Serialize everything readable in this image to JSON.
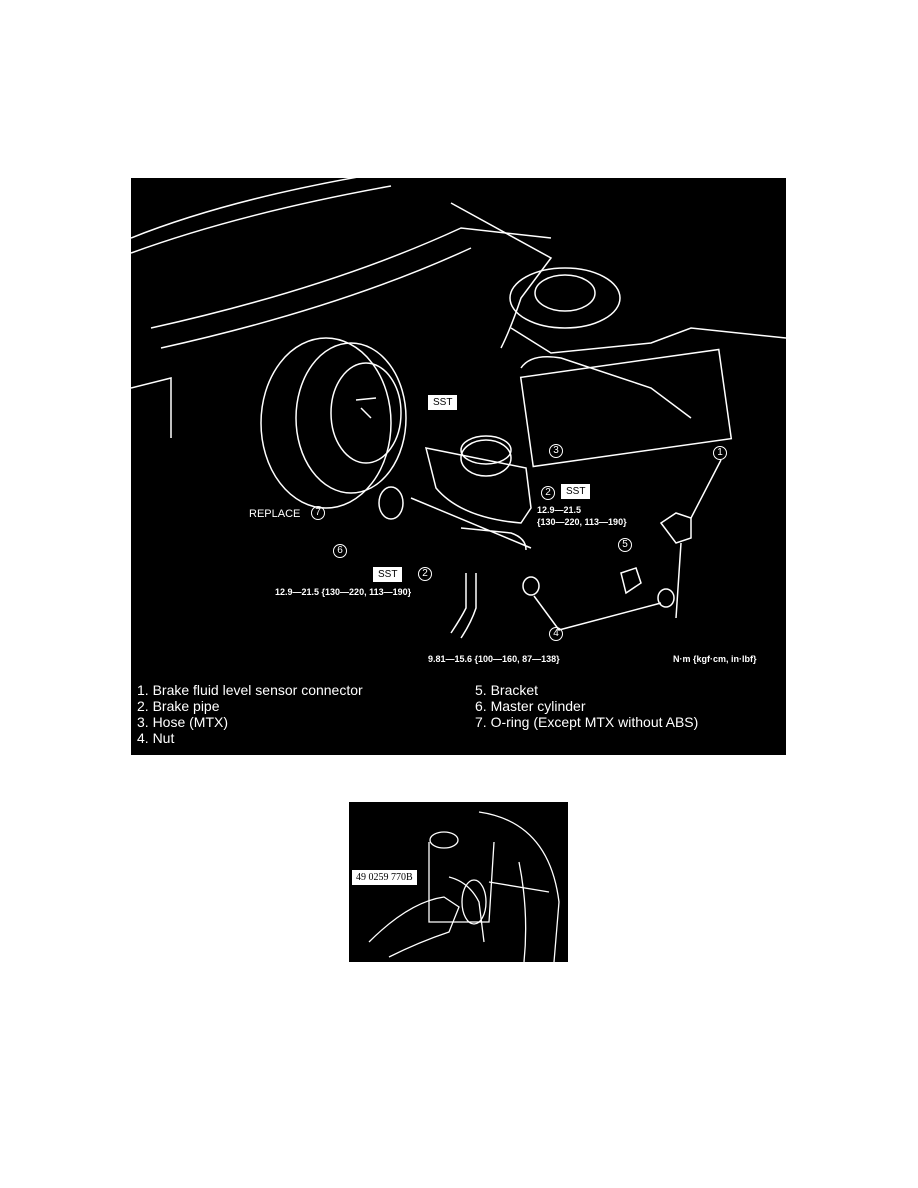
{
  "figure1": {
    "callouts": {
      "sst": "SST",
      "replace": "REPLACE",
      "torque_pipe_upper_1": "12.9—21.5",
      "torque_pipe_upper_2": "{130—220, 113—190}",
      "torque_pipe_lower": "12.9—21.5 {130—220, 113—190}",
      "torque_nut": "9.81—15.6 {100—160, 87—138}",
      "units": "N·m {kgf·cm, in·lbf}",
      "n1": "1",
      "n2": "2",
      "n3": "3",
      "n4": "4",
      "n5": "5",
      "n6": "6",
      "n7": "7"
    },
    "legend": [
      "1.  Brake fluid level sensor connector",
      "2.  Brake pipe",
      "3.  Hose (MTX)",
      "4.  Nut",
      "5.  Bracket",
      "6.  Master cylinder",
      "7.  O-ring (Except MTX without ABS)"
    ]
  },
  "figure2": {
    "tool_label": "49 0259 770B"
  }
}
